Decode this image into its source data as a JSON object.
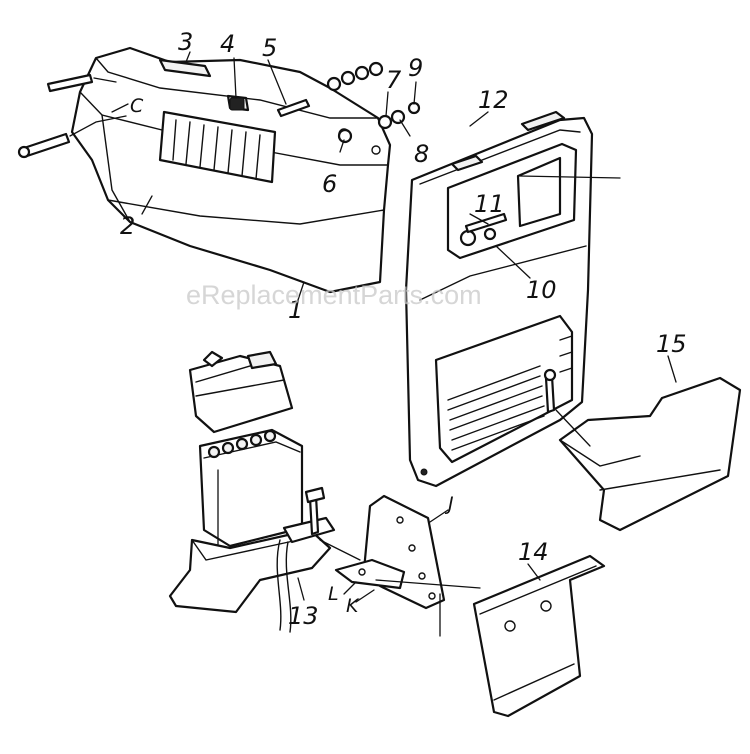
{
  "watermark": "eReplacementParts.com",
  "callouts": {
    "n1": "1",
    "n2": "2",
    "n3": "3",
    "n4": "4",
    "n5": "5",
    "n6": "6",
    "n7": "7",
    "n8": "8",
    "n9": "9",
    "n10": "10",
    "n11": "11",
    "n12": "12",
    "n13": "13",
    "n14": "14",
    "n15": "15",
    "c": "C",
    "j": "J",
    "k": "K",
    "l": "L"
  }
}
